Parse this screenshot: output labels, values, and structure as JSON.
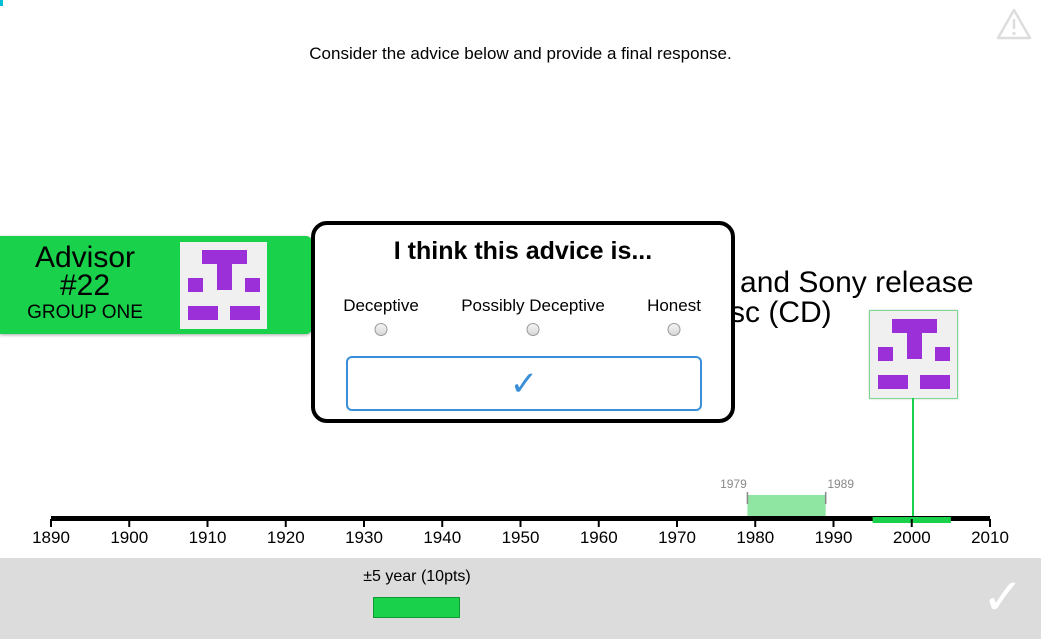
{
  "header": {
    "instruction": "Consider the advice below and provide a final response.",
    "warning_icon": "warning-triangle-icon"
  },
  "event": {
    "title_line1": "ps and Sony release",
    "title_line2": "sc (CD)"
  },
  "advisor": {
    "name": "Advisor",
    "number": "#22",
    "group": "GROUP ONE",
    "avatar_icon": "advisor-avatar-icon"
  },
  "dialog": {
    "title": "I think this advice is...",
    "options": [
      {
        "label": "Deceptive",
        "selected": false
      },
      {
        "label": "Possibly Deceptive",
        "selected": false
      },
      {
        "label": "Honest",
        "selected": false
      }
    ],
    "submit_symbol": "✓"
  },
  "advice": {
    "range_start_label": "1979",
    "range_end_label": "1989",
    "range_start": 1979,
    "range_end": 1989
  },
  "timeline": {
    "ticks": [
      "1890",
      "1900",
      "1910",
      "1920",
      "1930",
      "1940",
      "1950",
      "1960",
      "1970",
      "1980",
      "1990",
      "2000",
      "2010"
    ],
    "min": 1890,
    "max": 2010,
    "guess_center": 2000,
    "guess_halfwidth": 5
  },
  "bottom": {
    "range_label": "±5 year (10pts)",
    "confirm_symbol": "✓"
  },
  "colors": {
    "accent": "#19d14a",
    "advice_range": "#8ee6a2",
    "avatar_purple": "#9b30d9",
    "submit_blue": "#3a8fd8"
  }
}
